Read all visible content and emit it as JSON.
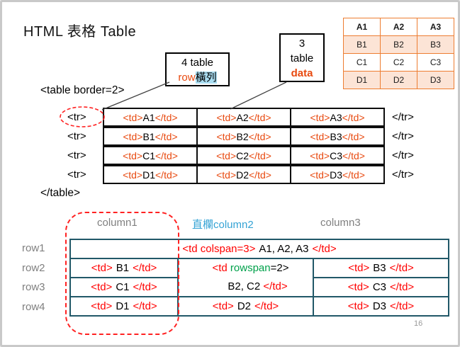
{
  "colors": {
    "tag_orange": "#e8490f",
    "tag_red": "#ff0000",
    "attr_green": "#00a14b",
    "header_blue": "#35a3d5",
    "label_gray": "#808080",
    "diagram_border_teal": "#215868",
    "mini_table_border": "#ed7d31",
    "mini_table_fill": "#fce4d6",
    "dashed_red": "#ff2222",
    "cn_highlight_blue": "#a9ddf1"
  },
  "slide": {
    "title": "HTML 表格 Table",
    "page_number": "16"
  },
  "mini_table": {
    "rows": [
      [
        "A1",
        "A2",
        "A3"
      ],
      [
        "B1",
        "B2",
        "B3"
      ],
      [
        "C1",
        "C2",
        "C3"
      ],
      [
        "D1",
        "D2",
        "D3"
      ]
    ]
  },
  "callouts": {
    "row": {
      "count_line": "4 table",
      "keyword": "row",
      "cn": "橫列"
    },
    "data": {
      "count": "3",
      "word": "table",
      "keyword": "data"
    }
  },
  "code": {
    "table_open": "<table border=2>",
    "table_close": "</table>",
    "tr_open": "<tr>",
    "tr_close": "</tr>",
    "td_open": "<td>",
    "td_close": "</td>",
    "cells": [
      [
        "A1",
        "A2",
        "A3"
      ],
      [
        "B1",
        "B2",
        "B3"
      ],
      [
        "C1",
        "C2",
        "C3"
      ],
      [
        "D1",
        "D2",
        "D3"
      ]
    ]
  },
  "diagram": {
    "column_headers": [
      "column1",
      "直欄column2",
      "column3"
    ],
    "row_labels": [
      "row1",
      "row2",
      "row3",
      "row4"
    ],
    "colspan_row": {
      "open": "<td colspan=3>",
      "text": "A1, A2, A3",
      "close": "</td>"
    },
    "span_cell": {
      "open_pre": "<td ",
      "attr": "rowspan",
      "open_post": "=2>",
      "text": "B2, C2",
      "close": "</td>"
    },
    "cells": {
      "b1": {
        "open": "<td>",
        "text": "B1",
        "close": "</td>"
      },
      "b3": {
        "open": "<td>",
        "text": "B3",
        "close": "</td>"
      },
      "c1": {
        "open": "<td>",
        "text": "C1",
        "close": "</td>"
      },
      "c3": {
        "open": "<td>",
        "text": "C3",
        "close": "</td>"
      },
      "d1": {
        "open": "<td>",
        "text": "D1",
        "close": "</td>"
      },
      "d2": {
        "open": "<td>",
        "text": "D2",
        "close": "</td>"
      },
      "d3": {
        "open": "<td>",
        "text": "D3",
        "close": "</td>"
      }
    }
  }
}
